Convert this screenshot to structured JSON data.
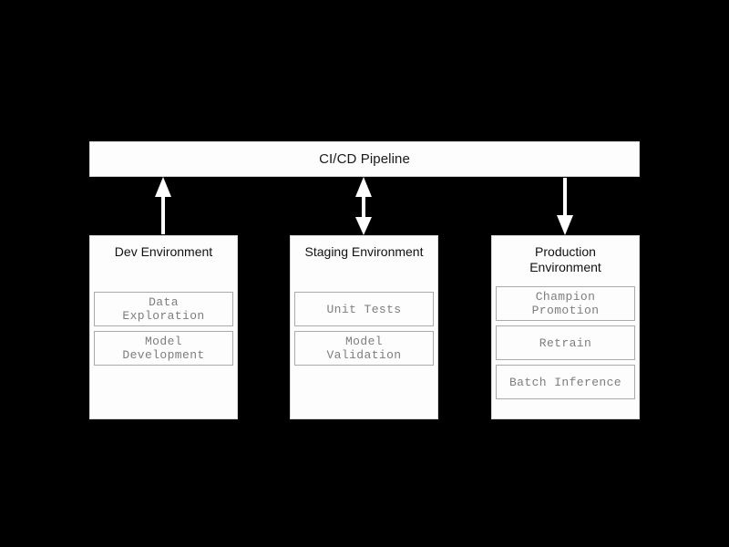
{
  "background_color": "#000000",
  "pipeline": {
    "label": "CI/CD Pipeline",
    "box_color": "#fdfdfd",
    "text_color": "#1a1a1a"
  },
  "environments": [
    {
      "key": "dev",
      "title": "Dev Environment",
      "connector": "arrow-up",
      "tasks": [
        {
          "label": "Data\nExploration"
        },
        {
          "label": "Model\nDevelopment"
        }
      ]
    },
    {
      "key": "staging",
      "title": "Staging Environment",
      "connector": "arrow-both",
      "tasks": [
        {
          "label": "Unit Tests"
        },
        {
          "label": "Model\nValidation"
        }
      ]
    },
    {
      "key": "production",
      "title": "Production\nEnvironment",
      "connector": "arrow-down",
      "tasks": [
        {
          "label": "Champion\nPromotion"
        },
        {
          "label": "Retrain"
        },
        {
          "label": "Batch Inference"
        }
      ]
    }
  ],
  "styles": {
    "box_fill": "#fdfdfd",
    "box_border": "#d9d9d9",
    "task_border": "#aaaaaa",
    "task_text": "#7d7d7d",
    "title_text": "#111111",
    "arrow_color": "#ffffff"
  }
}
